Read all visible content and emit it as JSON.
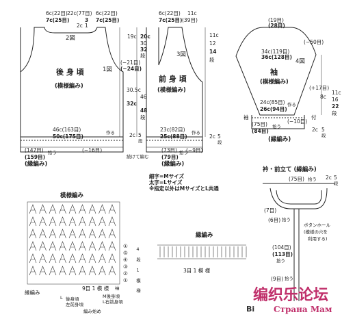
{
  "back": {
    "title": "後 身 頃",
    "pattern": "(模様編み)",
    "fig2": "2図",
    "fig1": "1図",
    "shoulder_m": "6c(22目)",
    "shoulder_l": "7c(25目)",
    "neck_m": "22c(77目)",
    "neck_3": "3",
    "neck_1": "1",
    "neck_2": "2c",
    "neck_dan": "段",
    "armhole_19c": "19c",
    "armhole_20c": "20c",
    "armhole_30": "30",
    "armhole_32": "32",
    "armhole_dan": "段",
    "dec_m": "(−21目)",
    "dec_l": "(−24目)",
    "side_305": "30.5c",
    "side_46": "46",
    "side_32c": "32c",
    "side_48": "48",
    "side_dan": "段",
    "bottom_m": "46c(163目)",
    "bottom_l": "50c(175目)",
    "bottom_make": "作る",
    "edge_2c": "2c",
    "edge_5": "5",
    "edge_dan": "段",
    "pick_m": "(147目)",
    "pick_l": "(159目)",
    "pick_word": "拾う",
    "pick_dec": "(−16目)",
    "rib": "(縁編み)",
    "cont": "続けて編む"
  },
  "front": {
    "title": "前 身 頃",
    "pattern": "(模様編み)",
    "fig3": "3図",
    "shoulder_m": "6c(22目)",
    "shoulder_l": "7c(25目)",
    "top_11c": "11c",
    "top_39": "(39目)",
    "neck_11c": "11c",
    "neck_12": "12",
    "neck_14": "14",
    "neck_dan": "段",
    "bottom_m": "23c(82目)",
    "bottom_l": "25c(88目)",
    "bottom_make": "作る",
    "edge_2c": "2c",
    "edge_5": "5",
    "edge_dan": "段",
    "pick_m": "(73目)",
    "pick_l": "(79目)",
    "pick_word": "拾う",
    "pick_dec": "(−9目)",
    "rib": "(縁編み)"
  },
  "sleeve": {
    "title": "袖",
    "pattern": "(模様編み)",
    "fig4": "4図",
    "top_m": "(19目)",
    "top_l": "(28目)",
    "dec50": "(−50目)",
    "upper_m": "34c(119目)",
    "upper_l": "36c(128目)",
    "cuff_m": "24c(85目)",
    "cuff_l": "26c(94目)",
    "make": "作る",
    "cuff_tsuke": "袖",
    "cuff_tsuke2": "付",
    "inc": "(+17目)",
    "side_8c": "8c",
    "side_11c": "11c",
    "side_16": "16",
    "side_22": "22",
    "side_dan": "段",
    "pick_m": "(75目)",
    "pick_l": "(84目)",
    "pick_word": "拾う",
    "pick_dec": "(−10目)",
    "edge_2c": "2c",
    "edge_5": "5",
    "edge_dan": "段",
    "rib": "(縁編み)"
  },
  "legend": {
    "line1": "細字=Mサイズ",
    "line2": "太字=Lサイズ",
    "line3": "※指定以外はMサイズとL共通"
  },
  "collar": {
    "title": "衿・前立て (縁編み)",
    "pick75": "(75目)",
    "pick_word": "拾う",
    "pick7": "(7目)",
    "pick6": "(6目)",
    "pick_word2": "拾う",
    "button": "ボタンホール",
    "button_note": "(模様の穴を",
    "button_note2": "利用する)",
    "pick104": "(104目)",
    "pick113": "(113目)",
    "pick_word3": "拾う",
    "pick9": "(9目)",
    "pick_word4": "拾う",
    "edge_2c": "2c",
    "edge_5": "5",
    "edge_dan": "段"
  },
  "stitch": {
    "title": "模様編み",
    "row_labels": [
      "①",
      "⑤",
      "④",
      "③",
      "②",
      "①"
    ],
    "row_desc": "4 段 1 模 様",
    "rib_label": "縁編み",
    "tsuke": "袖",
    "l_back": "L",
    "back_fr": "後身頃",
    "left_fr": "左前身頃",
    "m_back": "M後身頃",
    "l_right": "L右前身頃",
    "one_repeat": "9目 1 模 様",
    "start": "編み始め"
  },
  "rib_pattern": {
    "title": "縁編み",
    "repeat": "3目 1 模 様"
  },
  "watermark": {
    "cn": "编织乐论坛",
    "ru": "Страна Мам",
    "bi": "Bi"
  }
}
